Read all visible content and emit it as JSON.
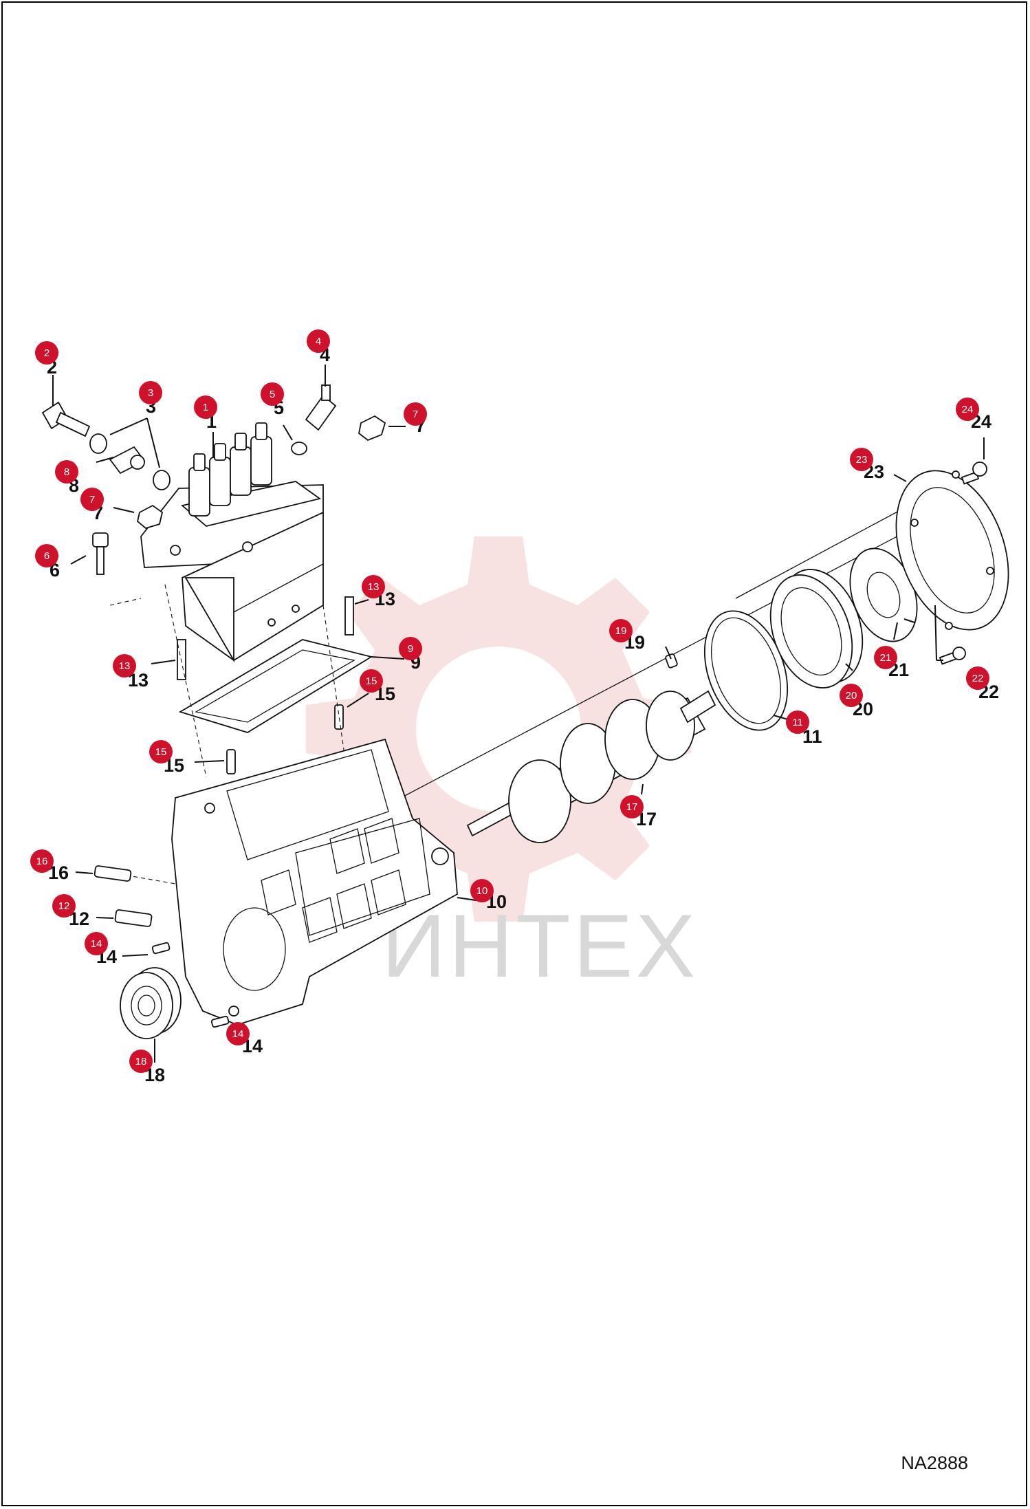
{
  "diagram": {
    "drawing_code": "NA2888",
    "watermark_text": "ИНТЕХ",
    "badge_color": "#d0112b",
    "watermark_color": "#f3c9c9",
    "callouts": [
      {
        "id": "1",
        "label": "1"
      },
      {
        "id": "2",
        "label": "2"
      },
      {
        "id": "3",
        "label": "3"
      },
      {
        "id": "4",
        "label": "4"
      },
      {
        "id": "5",
        "label": "5"
      },
      {
        "id": "6",
        "label": "6"
      },
      {
        "id": "7a",
        "label": "7"
      },
      {
        "id": "7b",
        "label": "7"
      },
      {
        "id": "8",
        "label": "8"
      },
      {
        "id": "9",
        "label": "9"
      },
      {
        "id": "10",
        "label": "10"
      },
      {
        "id": "11",
        "label": "11"
      },
      {
        "id": "12",
        "label": "12"
      },
      {
        "id": "13a",
        "label": "13"
      },
      {
        "id": "13b",
        "label": "13"
      },
      {
        "id": "14a",
        "label": "14"
      },
      {
        "id": "14b",
        "label": "14"
      },
      {
        "id": "15a",
        "label": "15"
      },
      {
        "id": "15b",
        "label": "15"
      },
      {
        "id": "16",
        "label": "16"
      },
      {
        "id": "17",
        "label": "17"
      },
      {
        "id": "18",
        "label": "18"
      },
      {
        "id": "19",
        "label": "19"
      },
      {
        "id": "20",
        "label": "20"
      },
      {
        "id": "21",
        "label": "21"
      },
      {
        "id": "22",
        "label": "22"
      },
      {
        "id": "23",
        "label": "23"
      },
      {
        "id": "24",
        "label": "24"
      }
    ]
  }
}
